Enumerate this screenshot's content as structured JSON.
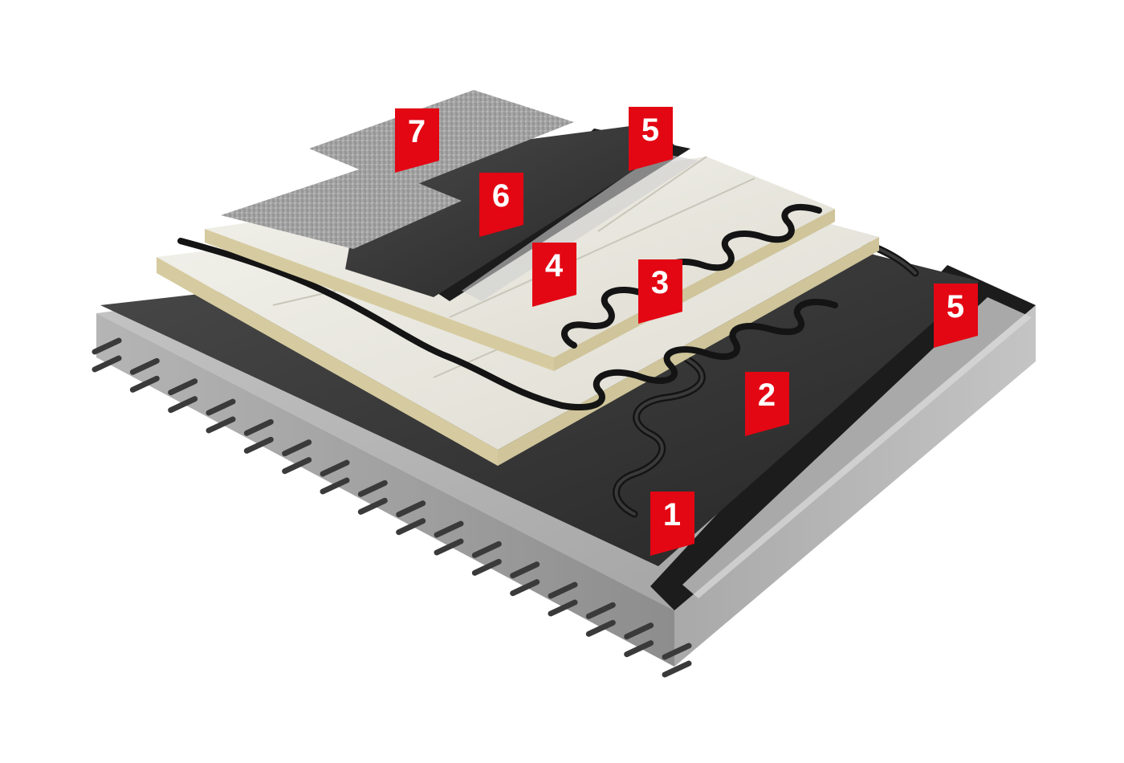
{
  "colors": {
    "marker_red": "#e30613",
    "marker_text": "#ffffff",
    "concrete": "#b9b9b9",
    "membrane_dark": "#2f2f2f",
    "insulation_board": "#e9e9e2",
    "insulation_core": "#d9cfa6",
    "top_sheet": "#a7a7a7",
    "cable": "#1a1a1a"
  },
  "markers": [
    {
      "id": "m1",
      "label": "1",
      "layer": "vapour-control-membrane"
    },
    {
      "id": "m2",
      "label": "2",
      "layer": "self-adhesive-bonding"
    },
    {
      "id": "m3",
      "label": "3",
      "layer": "insulation-board-lower"
    },
    {
      "id": "m4",
      "label": "4",
      "layer": "insulation-board-upper"
    },
    {
      "id": "m5a",
      "label": "5",
      "layer": "edge-strip-upper"
    },
    {
      "id": "m5b",
      "label": "5",
      "layer": "edge-strip-lower"
    },
    {
      "id": "m6",
      "label": "6",
      "layer": "base-sheet"
    },
    {
      "id": "m7",
      "label": "7",
      "layer": "cap-sheet"
    }
  ]
}
